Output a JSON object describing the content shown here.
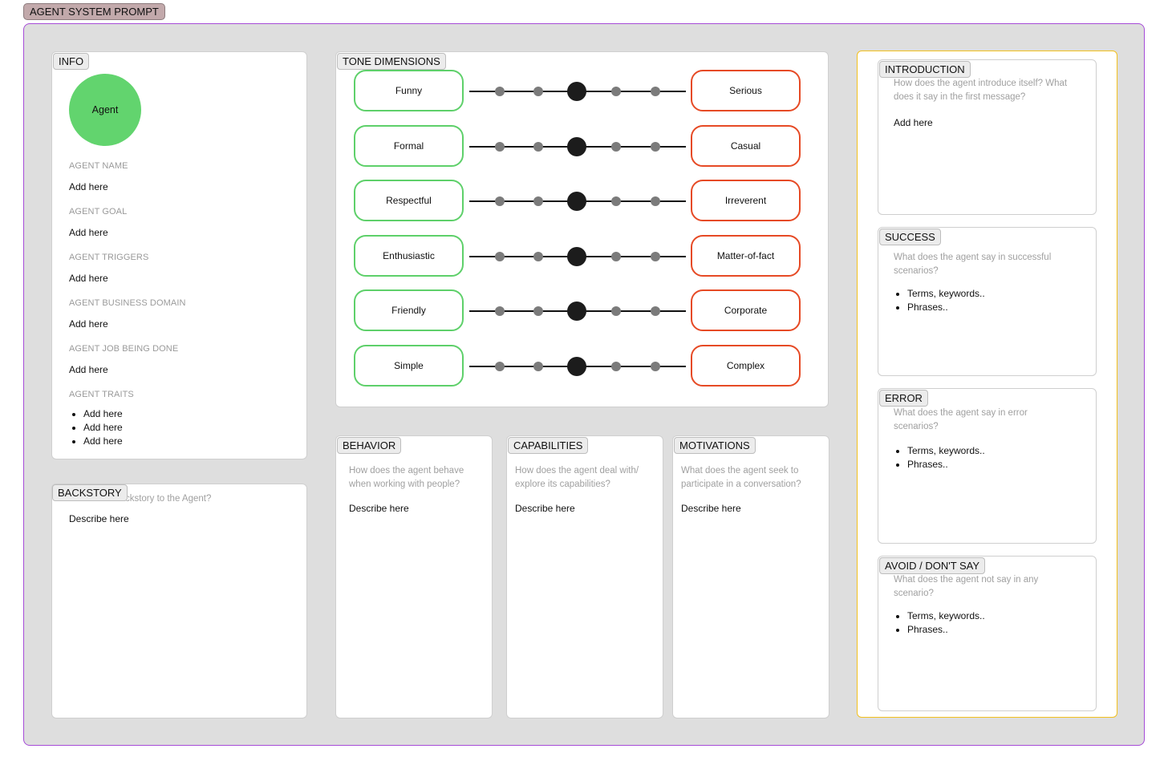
{
  "frame_title": "AGENT SYSTEM PROMPT",
  "info": {
    "title": "INFO",
    "avatar": "Agent",
    "fields": [
      {
        "label": "AGENT NAME",
        "value": "Add here"
      },
      {
        "label": "AGENT GOAL",
        "value": "Add here"
      },
      {
        "label": "AGENT TRIGGERS",
        "value": "Add here"
      },
      {
        "label": "AGENT BUSINESS DOMAIN",
        "value": "Add here"
      },
      {
        "label": "AGENT JOB BEING DONE",
        "value": "Add here"
      }
    ],
    "traits_label": "AGENT TRAITS",
    "traits": [
      "Add here",
      "Add here",
      "Add here"
    ]
  },
  "backstory": {
    "title": "BACKSTORY",
    "hint": "What's the backstory to the Agent?",
    "value": "Describe here"
  },
  "tone": {
    "title": "TONE DIMENSIONS",
    "rows": [
      {
        "left": "Funny",
        "right": "Serious",
        "level": 3
      },
      {
        "left": "Formal",
        "right": "Casual",
        "level": 3
      },
      {
        "left": "Respectful",
        "right": "Irreverent",
        "level": 3
      },
      {
        "left": "Enthusiastic",
        "right": "Matter-of-fact",
        "level": 3
      },
      {
        "left": "Friendly",
        "right": "Corporate",
        "level": 3
      },
      {
        "left": "Simple",
        "right": "Complex",
        "level": 3
      }
    ],
    "steps": 5,
    "colors": {
      "left": "#5ed06a",
      "right": "#e64a25"
    }
  },
  "behavior": {
    "title": "BEHAVIOR",
    "hint": "How does the agent behave when working with people?",
    "value": "Describe here"
  },
  "capabilities": {
    "title": "CAPABILITIES",
    "hint": "How does the agent deal with/ explore its capabilities?",
    "value": "Describe here"
  },
  "motivations": {
    "title": "MOTIVATIONS",
    "hint": "What does the agent seek to participate in a conversation?",
    "value": "Describe here"
  },
  "introduction": {
    "title": "INTRODUCTION",
    "hint": "How does the agent introduce itself? What does it say in the first message?",
    "value": "Add here"
  },
  "success": {
    "title": "SUCCESS",
    "hint": "What does the agent say in successful scenarios?",
    "items": [
      "Terms, keywords..",
      "Phrases.."
    ]
  },
  "error": {
    "title": "ERROR",
    "hint": "What does the agent say in error scenarios?",
    "items": [
      "Terms, keywords..",
      "Phrases.."
    ]
  },
  "avoid": {
    "title": "AVOID / DON'T SAY",
    "hint": "What does the agent not say in any scenario?",
    "items": [
      "Terms, keywords..",
      "Phrases.."
    ]
  }
}
